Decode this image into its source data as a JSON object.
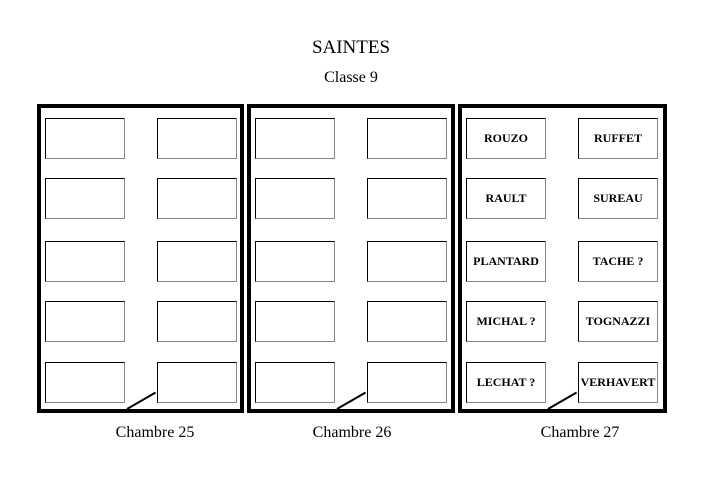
{
  "header": {
    "title": "SAINTES",
    "subtitle": "Classe 9"
  },
  "rooms": [
    {
      "label": "Chambre 25",
      "seats": [
        "",
        "",
        "",
        "",
        "",
        "",
        "",
        "",
        "",
        ""
      ]
    },
    {
      "label": "Chambre 26",
      "seats": [
        "",
        "",
        "",
        "",
        "",
        "",
        "",
        "",
        "",
        ""
      ]
    },
    {
      "label": "Chambre 27",
      "seats": [
        "ROUZO",
        "RUFFET",
        "RAULT",
        "SUREAU",
        "PLANTARD",
        "TACHE ?",
        "MICHAL ?",
        "TOGNAZZI",
        "LECHAT ?",
        "VERHAVERT"
      ]
    }
  ]
}
